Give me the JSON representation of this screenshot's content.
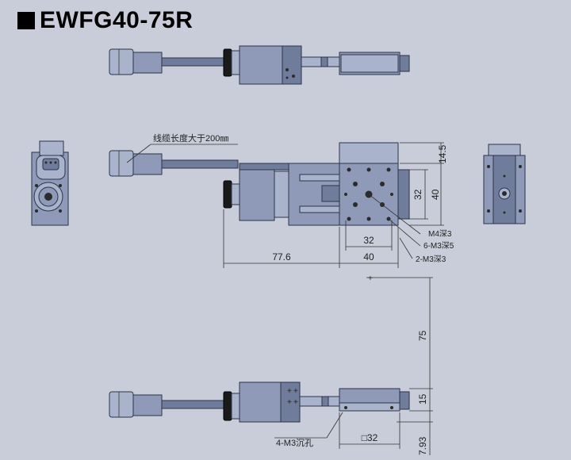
{
  "title": "EWFG40-75R",
  "annotations": {
    "cable_note": "线缆长度大于200㎜",
    "m4_depth": "M4深3",
    "m3_6_depth": "6-M3深5",
    "m3_2_depth": "2-M3深3",
    "m3_4_counterbore": "4-M3沉孔"
  },
  "dimensions": {
    "d_77_6": "77.6",
    "d_40_bottom": "40",
    "d_32_bottom": "32",
    "d_14_5": "14.5",
    "d_32_right": "32",
    "d_40_right": "40",
    "d_75": "75",
    "d_15": "15",
    "d_7_93": "7.93",
    "d_sq32": "□32"
  }
}
